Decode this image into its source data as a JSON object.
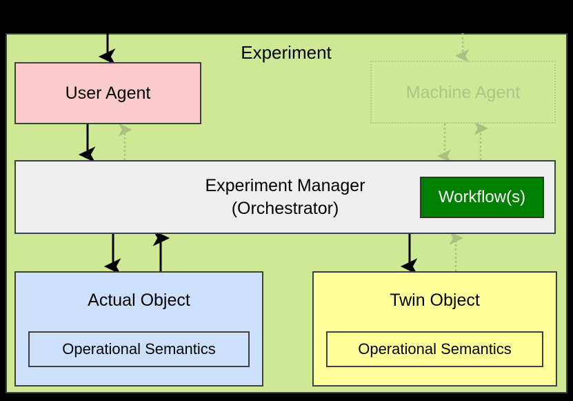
{
  "diagram": {
    "title": "Experiment",
    "background_color": "#000000",
    "container_color": "#cfe896",
    "border_color": "#3c4043"
  },
  "nodes": {
    "user_agent": {
      "label": "User Agent",
      "color": "#fbcbcc",
      "state": "active"
    },
    "machine_agent": {
      "label": "Machine Agent",
      "color": "#d2e696",
      "text_color": "#b0c48a",
      "state": "inactive"
    },
    "experiment_manager": {
      "label_line1": "Experiment Manager",
      "label_line2": "(Orchestrator)",
      "color": "#eeeeee",
      "state": "active"
    },
    "workflow_badge": {
      "label": "Workflow(s)",
      "color": "#008000",
      "text_color": "#ffffff"
    },
    "actual_object": {
      "label": "Actual Object",
      "color": "#cce0f9",
      "semantics_label": "Operational Semantics"
    },
    "twin_object": {
      "label": "Twin Object",
      "color": "#ffff99",
      "semantics_label": "Operational Semantics"
    }
  },
  "connectors": [
    {
      "id": "external-to-user-agent",
      "from": "external",
      "to": "user_agent",
      "style": "solid",
      "color": "#000000",
      "direction": "down"
    },
    {
      "id": "external-to-machine-agent",
      "from": "external",
      "to": "machine_agent",
      "style": "dotted",
      "color": "#a9c081",
      "direction": "down"
    },
    {
      "id": "user-agent-to-manager",
      "from": "user_agent",
      "to": "experiment_manager",
      "style": "solid",
      "color": "#000000",
      "direction": "down"
    },
    {
      "id": "manager-to-user-agent",
      "from": "experiment_manager",
      "to": "user_agent",
      "style": "dotted",
      "color": "#a9c081",
      "direction": "up"
    },
    {
      "id": "machine-agent-to-manager",
      "from": "machine_agent",
      "to": "experiment_manager",
      "style": "dotted",
      "color": "#a9c081",
      "direction": "down"
    },
    {
      "id": "manager-to-machine-agent",
      "from": "experiment_manager",
      "to": "machine_agent",
      "style": "dotted",
      "color": "#a9c081",
      "direction": "up"
    },
    {
      "id": "manager-to-actual-object",
      "from": "experiment_manager",
      "to": "actual_object",
      "style": "solid",
      "color": "#000000",
      "direction": "down"
    },
    {
      "id": "actual-object-to-manager",
      "from": "actual_object",
      "to": "experiment_manager",
      "style": "solid",
      "color": "#000000",
      "direction": "up"
    },
    {
      "id": "manager-to-twin-object",
      "from": "experiment_manager",
      "to": "twin_object",
      "style": "solid",
      "color": "#000000",
      "direction": "down"
    },
    {
      "id": "twin-object-to-manager",
      "from": "twin_object",
      "to": "experiment_manager",
      "style": "dotted",
      "color": "#a9c081",
      "direction": "up"
    }
  ]
}
